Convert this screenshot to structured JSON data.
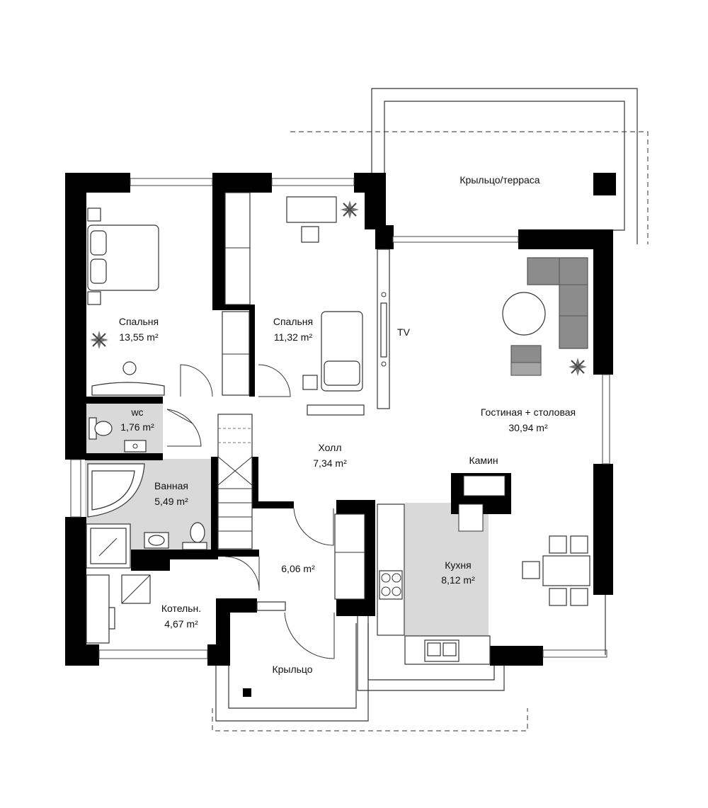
{
  "rooms": [
    {
      "id": "bedroom1",
      "name": "Спальня",
      "area": "13,55 m²"
    },
    {
      "id": "bedroom2",
      "name": "Спальня",
      "area": "11,32 m²"
    },
    {
      "id": "wc",
      "name": "wc",
      "area": "1,76 m²"
    },
    {
      "id": "bathroom",
      "name": "Ванная",
      "area": "5,49 m²"
    },
    {
      "id": "hall",
      "name": "Холл",
      "area": "7,34 m²"
    },
    {
      "id": "vestibule",
      "name": "",
      "area": "6,06 m²"
    },
    {
      "id": "boiler",
      "name": "Котельн.",
      "area": "4,67 m²"
    },
    {
      "id": "kitchen",
      "name": "Кухня",
      "area": "8,12 m²"
    },
    {
      "id": "living",
      "name": "Гостиная + столовая",
      "area": "30,94 m²"
    }
  ],
  "labels": {
    "terrace": "Крыльцо/терраса",
    "porch": "Крыльцо",
    "fireplace": "Камин",
    "tv": "TV"
  }
}
